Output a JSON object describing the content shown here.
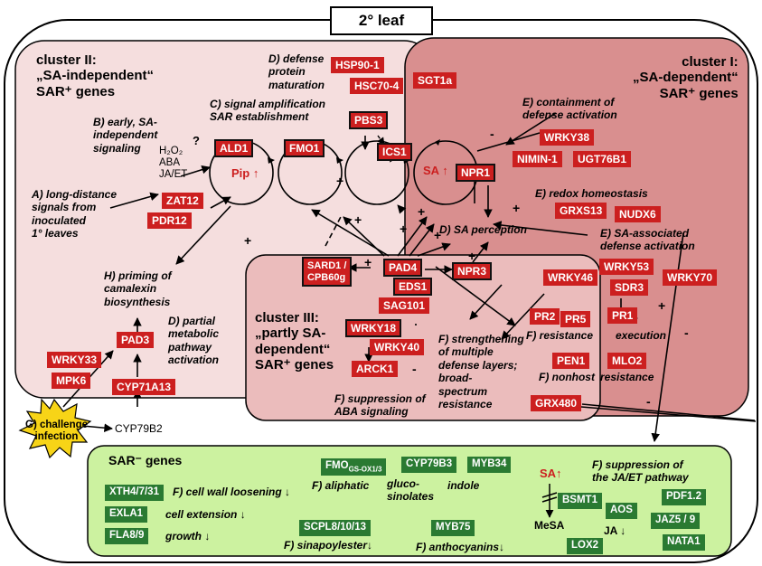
{
  "title": "2° leaf",
  "clusters": {
    "c2": [
      "cluster II:",
      "„SA-independent“",
      "SAR⁺ genes"
    ],
    "c1": [
      "cluster I:",
      "„SA-dependent“",
      "SAR⁺ genes"
    ],
    "c3": [
      "cluster III:",
      "„partly SA-",
      "dependent“",
      "SAR⁺ genes"
    ],
    "sarminus": "SAR⁻ genes"
  },
  "labels": {
    "a": [
      "A) long-distance",
      "signals from",
      "inoculated",
      "1° leaves"
    ],
    "b": [
      "B) early, SA-",
      "independent",
      "signaling"
    ],
    "b_mol": [
      "H₂O₂",
      "ABA",
      "JA/ET"
    ],
    "q": "?",
    "c": [
      "C) signal amplification",
      "SAR establishment"
    ],
    "d1": [
      "D) defense",
      "protein",
      "maturation"
    ],
    "d_perc": "D) SA perception",
    "d_meta": [
      "D) partial",
      "metabolic",
      "pathway",
      "activation"
    ],
    "e_cont": [
      "E) containment of",
      "defense activation"
    ],
    "e_redox": "E) redox homeostasis",
    "e_assoc": [
      "E) SA-associated",
      "defense activation"
    ],
    "f_res": "F) resistance",
    "f_exec": "execution",
    "f_nonhost": "F) nonhost",
    "f_nonhost2": "resistance",
    "f_strength": [
      "F) strengthening",
      "of multiple",
      "defense layers;",
      "broad-",
      "spectrum",
      "resistance"
    ],
    "f_aba": [
      "F) suppression of",
      "ABA signaling"
    ],
    "h": [
      "H) priming of",
      "camalexin",
      "biosynthesis"
    ],
    "g": [
      "G) challenge",
      "infection"
    ],
    "pip": "Pip ↑",
    "sa": "SA ↑",
    "cyp79b2": "CYP79B2",
    "f_cellwall": "F) cell wall loosening ↓",
    "cell_ext": "cell extension ↓",
    "growth": "growth ↓",
    "aliphatic": "F) aliphatic",
    "glucosinolates": [
      "gluco-",
      "sinolates"
    ],
    "indole": "indole",
    "sinapoyl": "F) sinapoylester↓",
    "anthocyanins": "F) anthocyanins↓",
    "sa_up": "SA↑",
    "mesa": "MeSA",
    "ja": "JA ↓",
    "f_jaet": [
      "F) suppression of",
      "the JA/ET pathway"
    ],
    "plus": "+",
    "minus": "-"
  },
  "genes": {
    "hsp901": "HSP90-1",
    "hsc704": "HSC70-4",
    "sgt1a": "SGT1a",
    "pbs3": "PBS3",
    "ald1": "ALD1",
    "fmo1": "FMO1",
    "ics1": "ICS1",
    "npr1": "NPR1",
    "wrky38": "WRKY38",
    "nimin1": "NIMIN-1",
    "ugt76b1": "UGT76B1",
    "zat12": "ZAT12",
    "pdr12": "PDR12",
    "grxs13": "GRXS13",
    "nudx6": "NUDX6",
    "sard1": [
      "SARD1 /",
      "CPB60g"
    ],
    "pad4": "PAD4",
    "eds1": "EDS1",
    "npr3": "NPR3",
    "sag101": "SAG101",
    "wrky46": "WRKY46",
    "wrky53": "WRKY53",
    "wrky70": "WRKY70",
    "sdr3": "SDR3",
    "pr1": "PR1",
    "pr2": "PR2",
    "pr5": "PR5",
    "pen1": "PEN1",
    "mlo2": "MLO2",
    "grx480": "GRX480",
    "wrky18": "WRKY18",
    "wrky40": "WRKY40",
    "arck1": "ARCK1",
    "pad3": "PAD3",
    "wrky33": "WRKY33",
    "mpk6": "MPK6",
    "cyp71a13": "CYP71A13"
  },
  "green_genes": {
    "xth": "XTH4/7/31",
    "exla1": "EXLA1",
    "fla89": "FLA8/9",
    "fmo_main": "FMO",
    "fmo_sub": "GS-OX1/3",
    "cyp79b3": "CYP79B3",
    "myb34": "MYB34",
    "scpl": "SCPL8/10/13",
    "myb75": "MYB75",
    "bsmt1": "BSMT1",
    "aos": "AOS",
    "lox2": "LOX2",
    "pdf12": "PDF1.2",
    "jaz59": "JAZ5 / 9",
    "nata1": "NATA1"
  },
  "colors": {
    "gene_red": "#cc1f1f",
    "gene_green": "#2a7a32",
    "c2_bg": "#f5dede",
    "c1_bg": "#d98f8f",
    "c3_bg": "#ebbcbc",
    "sar_minus_bg": "#ccf2a0",
    "burst": "#f7d417"
  }
}
